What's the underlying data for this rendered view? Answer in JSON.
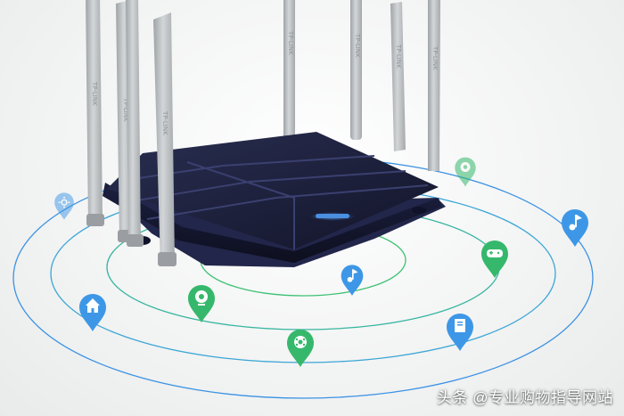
{
  "watermark": {
    "text": "头条 @专业购物指导网站"
  },
  "scene": {
    "subject": "router",
    "antenna_count": 8,
    "wifi_ring_count": 4,
    "colors": {
      "background": "#eef0f0",
      "router_body": "#1b1f3a",
      "antenna": "#b9bdc0",
      "ring_inner": "#38c06a",
      "ring_outer": "#2f8fe0",
      "pin_blue": "#3d97e6",
      "pin_green": "#36b86c"
    },
    "pins": [
      {
        "icon": "sun-icon",
        "color": "blue"
      },
      {
        "icon": "camera-icon",
        "color": "green"
      },
      {
        "icon": "house-icon",
        "color": "blue"
      },
      {
        "icon": "music-note-icon",
        "color": "blue"
      },
      {
        "icon": "settings-icon",
        "color": "green"
      },
      {
        "icon": "gamepad-icon",
        "color": "green"
      },
      {
        "icon": "music-note-icon",
        "color": "blue"
      },
      {
        "icon": "book-icon",
        "color": "blue"
      },
      {
        "icon": "camera-icon",
        "color": "green"
      }
    ]
  }
}
